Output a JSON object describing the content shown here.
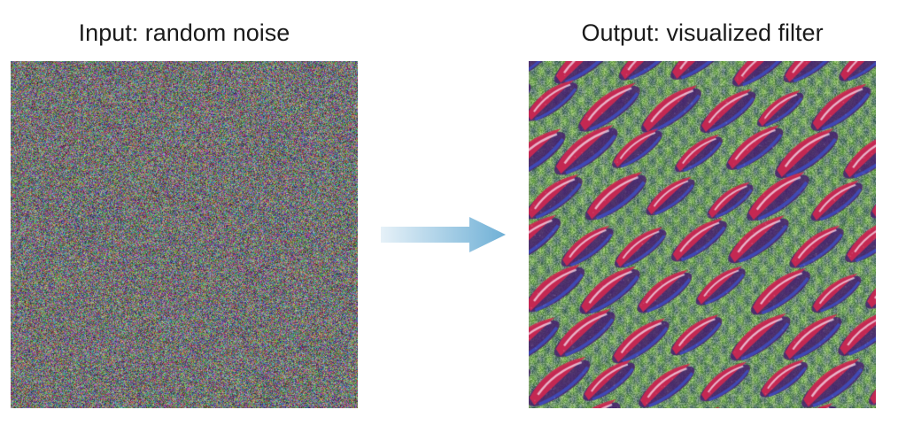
{
  "input": {
    "caption": "Input: random noise",
    "image": "random RGB noise texture"
  },
  "output": {
    "caption": "Output: visualized filter",
    "image": "visualized convnet filter pattern with repeated diagonal red and purple motifs on a green textured background"
  },
  "arrow": {
    "icon": "arrow-right-icon",
    "color_start": "#e6f1f8",
    "color_end": "#6fb0d6"
  },
  "colors": {
    "background": "#ffffff",
    "text": "#1a1a1a"
  }
}
